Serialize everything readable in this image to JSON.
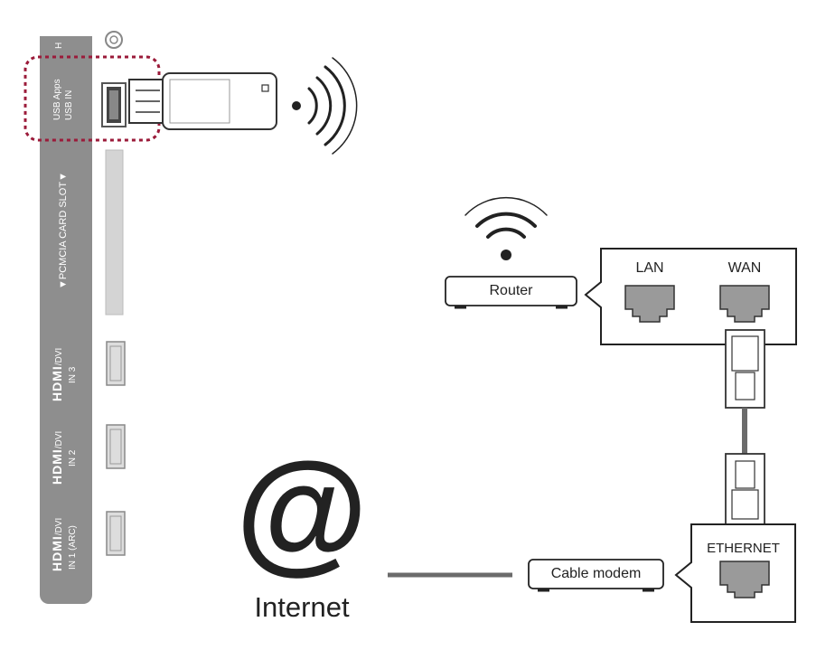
{
  "tv_panel": {
    "top_cut_label": "H",
    "usb_label_1": "USB Apps",
    "usb_label_2": "USB IN",
    "pcmcia_label": "▼PCMCIA CARD SLOT▼",
    "hdmi_logo": "HDMI",
    "hdmi3_suffix": "/DVI",
    "hdmi3_port": "IN 3",
    "hdmi2_suffix": "/DVI",
    "hdmi2_port": "IN 2",
    "hdmi1_suffix": "/DVI",
    "hdmi1_port": "IN 1 (ARC)"
  },
  "router": {
    "label": "Router",
    "lan_label": "LAN",
    "wan_label": "WAN"
  },
  "modem": {
    "label": "Cable modem",
    "ethernet_label": "ETHERNET"
  },
  "internet": {
    "symbol": "@",
    "label": "Internet"
  },
  "colors": {
    "panel": "#8e8e8e",
    "highlight_dash": "#9b1b3a",
    "cable": "#6b6b6b",
    "line": "#222222"
  }
}
